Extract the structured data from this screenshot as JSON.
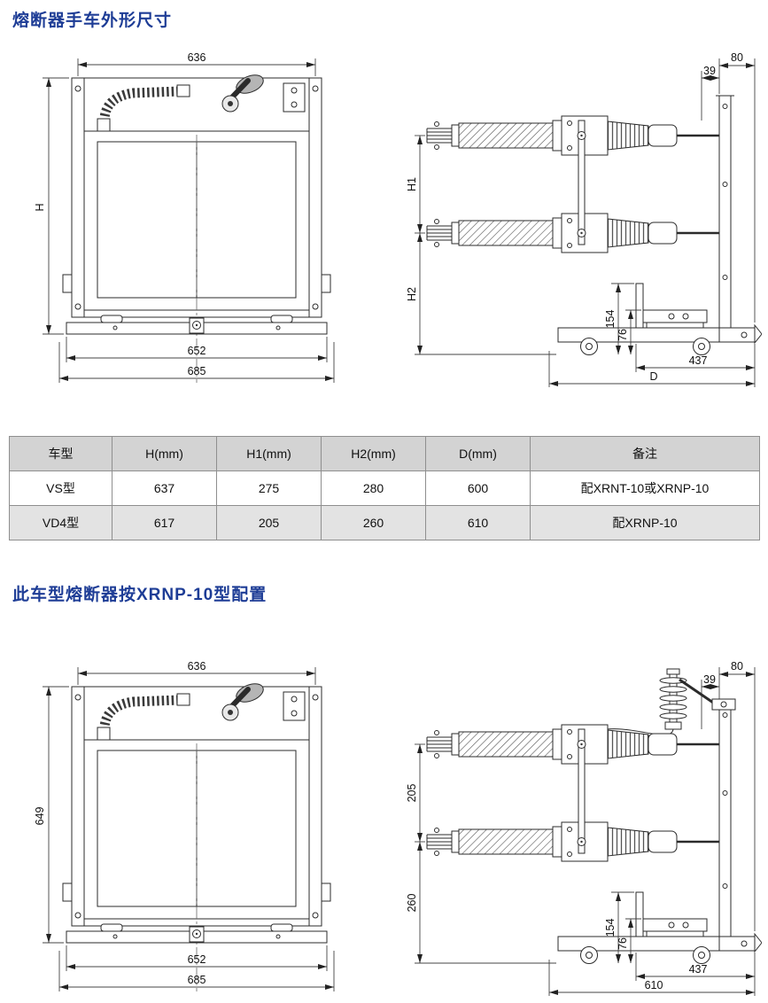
{
  "page": {
    "background": "#ffffff",
    "accent_blue": "#1e3d96",
    "table_header_bg": "#d3d3d3",
    "table_alt_row_bg": "#e3e3e3"
  },
  "sections": {
    "title1": "熔断器手车外形尺寸",
    "title2": "此车型熔断器按XRNP-10型配置"
  },
  "front_view_1": {
    "top_width": "636",
    "height": "H",
    "base_width": "652",
    "overall_width": "685"
  },
  "side_view_1": {
    "top_offset_outer": "80",
    "top_offset_inner": "39",
    "upper_height": "H1",
    "lower_height": "H2",
    "bracket_height": "154",
    "bracket_offset": "76",
    "base_depth": "437",
    "overall_depth": "D"
  },
  "table": {
    "headers": [
      "车型",
      "H(mm)",
      "H1(mm)",
      "H2(mm)",
      "D(mm)",
      "备注"
    ],
    "rows": [
      {
        "model": "VS型",
        "h": "637",
        "h1": "275",
        "h2": "280",
        "d": "600",
        "note": "配XRNT-10或XRNP-10"
      },
      {
        "model": "VD4型",
        "h": "617",
        "h1": "205",
        "h2": "260",
        "d": "610",
        "note": "配XRNP-10"
      }
    ]
  },
  "front_view_2": {
    "top_width": "636",
    "height": "649",
    "base_width": "652",
    "overall_width": "685"
  },
  "side_view_2": {
    "top_offset_outer": "80",
    "top_offset_inner": "39",
    "upper_height": "205",
    "lower_height": "260",
    "bracket_height": "154",
    "bracket_offset": "76",
    "base_depth": "437",
    "overall_depth": "610"
  }
}
